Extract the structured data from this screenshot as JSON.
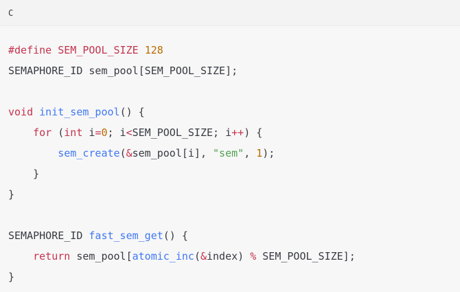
{
  "code_block": {
    "language": "C",
    "lines": [
      [
        {
          "t": "#define",
          "c": "pre"
        },
        {
          "t": " ",
          "c": "plain"
        },
        {
          "t": "SEM_POOL_SIZE",
          "c": "kw"
        },
        {
          "t": " ",
          "c": "plain"
        },
        {
          "t": "128",
          "c": "num"
        }
      ],
      [
        {
          "t": "SEMAPHORE_ID sem_pool[SEM_POOL_SIZE];",
          "c": "plain"
        }
      ],
      [],
      [
        {
          "t": "void",
          "c": "kw"
        },
        {
          "t": " ",
          "c": "plain"
        },
        {
          "t": "init_sem_pool",
          "c": "fn"
        },
        {
          "t": "() {",
          "c": "plain"
        }
      ],
      [
        {
          "t": "    ",
          "c": "plain"
        },
        {
          "t": "for",
          "c": "kw"
        },
        {
          "t": " (",
          "c": "plain"
        },
        {
          "t": "int",
          "c": "kw"
        },
        {
          "t": " i",
          "c": "plain"
        },
        {
          "t": "=",
          "c": "op"
        },
        {
          "t": "0",
          "c": "num"
        },
        {
          "t": "; i",
          "c": "plain"
        },
        {
          "t": "<",
          "c": "op"
        },
        {
          "t": "SEM_POOL_SIZE; i",
          "c": "plain"
        },
        {
          "t": "++",
          "c": "op"
        },
        {
          "t": ") {",
          "c": "plain"
        }
      ],
      [
        {
          "t": "        ",
          "c": "plain"
        },
        {
          "t": "sem_create",
          "c": "fn"
        },
        {
          "t": "(",
          "c": "plain"
        },
        {
          "t": "&",
          "c": "op"
        },
        {
          "t": "sem_pool[i], ",
          "c": "plain"
        },
        {
          "t": "\"sem\"",
          "c": "str"
        },
        {
          "t": ", ",
          "c": "plain"
        },
        {
          "t": "1",
          "c": "num"
        },
        {
          "t": ");",
          "c": "plain"
        }
      ],
      [
        {
          "t": "    }",
          "c": "plain"
        }
      ],
      [
        {
          "t": "}",
          "c": "plain"
        }
      ],
      [],
      [
        {
          "t": "SEMAPHORE_ID ",
          "c": "plain"
        },
        {
          "t": "fast_sem_get",
          "c": "fn"
        },
        {
          "t": "() {",
          "c": "plain"
        }
      ],
      [
        {
          "t": "    ",
          "c": "plain"
        },
        {
          "t": "return",
          "c": "kw"
        },
        {
          "t": " sem_pool[",
          "c": "plain"
        },
        {
          "t": "atomic_inc",
          "c": "fn"
        },
        {
          "t": "(",
          "c": "plain"
        },
        {
          "t": "&",
          "c": "op"
        },
        {
          "t": "index) ",
          "c": "plain"
        },
        {
          "t": "%",
          "c": "op"
        },
        {
          "t": " SEM_POOL_SIZE];",
          "c": "plain"
        }
      ],
      [
        {
          "t": "}",
          "c": "plain"
        }
      ]
    ]
  },
  "colors": {
    "keyword": "#c4334d",
    "function": "#4078f2",
    "number": "#b76b01",
    "string": "#50a14f",
    "plain": "#383a42",
    "background": "#f7f7f7",
    "header_background": "#f3f3f3"
  }
}
